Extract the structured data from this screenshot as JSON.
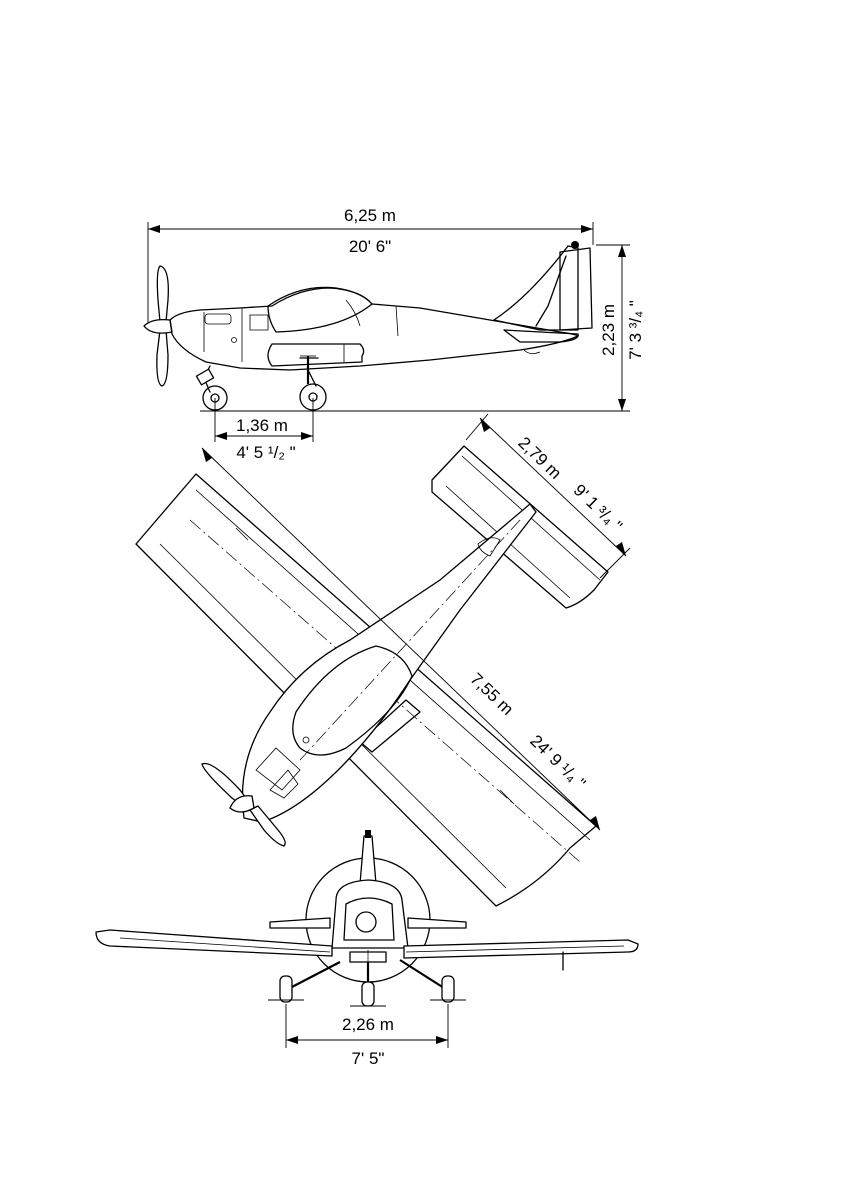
{
  "dimensions": {
    "length_m": "6,25 m",
    "length_ft": "20' 6\"",
    "height_m": "2,23 m",
    "height_ft": "7' 3 ³/₄ \"",
    "wheelbase_m": "1,36 m",
    "wheelbase_ft": "4' 5 ¹/₂ \"",
    "tailspan_m": "2,79 m",
    "tailspan_ft": "9' 1 ³/₄ \"",
    "wingspan_m": "7,55 m",
    "wingspan_ft": "24' 9 ¹/₄ \"",
    "track_m": "2,26 m",
    "track_ft": "7' 5\""
  }
}
